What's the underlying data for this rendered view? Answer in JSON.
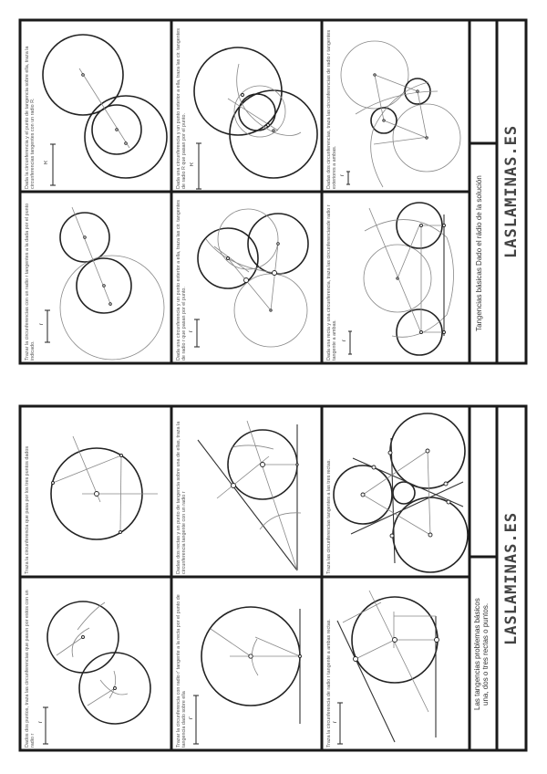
{
  "sheets": [
    {
      "title": "Tangencias básicas Dado el rádio de la solución",
      "logo": "LASLAMINAS.ES",
      "cells": [
        {
          "caption": "Dada la circunferencia y el punto de tangencia sobre ella, traza la circunferencias tangentes con un radio R.",
          "scale_label": "R"
        },
        {
          "caption": "Trazar la circunferencias con un radio r tangentes a la dada por el punto indicado.",
          "scale_label": "r"
        },
        {
          "caption": "Dada una circunferencia y un punto exterior a ella, traza las cir. tangentes de radio R que pasan por el punto.",
          "scale_label": "R"
        },
        {
          "caption": "Dada una circunferencia y un punto exterior a ella, traza las cir. tangentes de radio r que pasan por el punto.",
          "scale_label": "r"
        },
        {
          "caption": "Dadas dos circunferencias, traza las circunferencias de radio r tangentes exteriores a ambas.",
          "scale_label": "r"
        },
        {
          "caption": "Dada una recta y una circunferencia, traza las circunferenciasde radio r tangente a ambas.",
          "scale_label": "r"
        }
      ]
    },
    {
      "title_lines": [
        "Las tangencias problemas básicos",
        "una, dos o tres rectas o puntos."
      ],
      "logo": "LASLAMINAS.ES",
      "cells": [
        {
          "caption": "Traza la circunferencia  que pasa por los tres puntos dados"
        },
        {
          "caption": "Dados dos puntos, traza las circunferencias que pasan por estos con un radio r",
          "scale_label": "r"
        },
        {
          "caption": "Dadas dos rectas  y un punto de tangencia sobre una de ellas, traza la circunferencia tangente con un radio r"
        },
        {
          "caption": "Trazar la circunferencia con radio r' tangente a la recta por el punto de tangencia dado sobre ella",
          "scale_label": "r'"
        },
        {
          "caption": "Traza las circunferencias tangentes a las  tres rectas."
        },
        {
          "caption": "Traza la circunferencia de radio r tangente a ambas rectas.",
          "scale_label": "r"
        }
      ]
    }
  ]
}
